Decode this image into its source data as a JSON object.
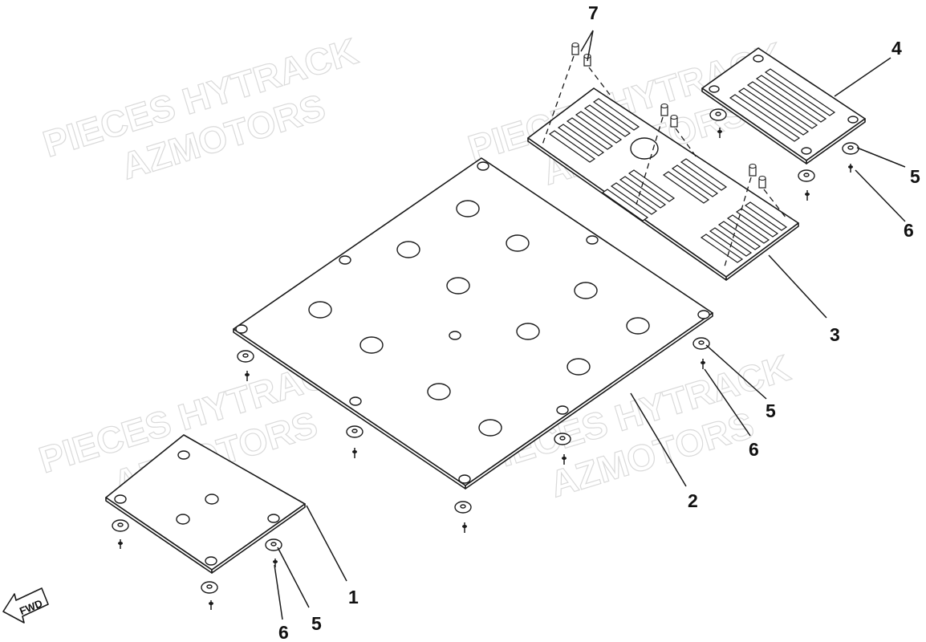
{
  "watermark": {
    "line1": "PIECES HYTRACK",
    "line2": "AZMOTORS"
  },
  "direction_indicator": {
    "label": "FWD"
  },
  "callouts": [
    {
      "id": "c1",
      "label": "1"
    },
    {
      "id": "c2",
      "label": "2"
    },
    {
      "id": "c3",
      "label": "3"
    },
    {
      "id": "c4",
      "label": "4"
    },
    {
      "id": "c5a",
      "label": "5"
    },
    {
      "id": "c5b",
      "label": "5"
    },
    {
      "id": "c5c",
      "label": "5"
    },
    {
      "id": "c6a",
      "label": "6"
    },
    {
      "id": "c6b",
      "label": "6"
    },
    {
      "id": "c6c",
      "label": "6"
    },
    {
      "id": "c7",
      "label": "7"
    }
  ],
  "colors": {
    "line": "#1a1a1a",
    "watermark": "#d6d6d6",
    "background": "#ffffff"
  }
}
